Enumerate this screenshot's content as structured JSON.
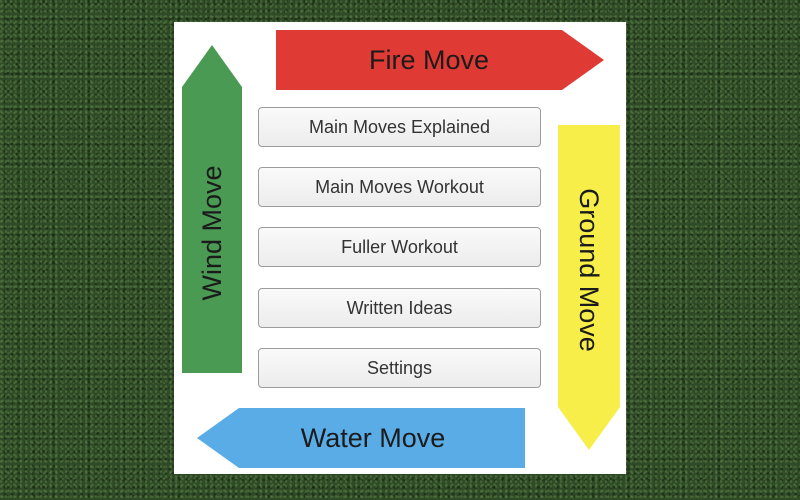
{
  "arrows": {
    "fire": {
      "label": "Fire Move",
      "color": "#e03a35",
      "direction": "right"
    },
    "water": {
      "label": "Water Move",
      "color": "#5aace6",
      "direction": "left"
    },
    "wind": {
      "label": "Wind Move",
      "color": "#4a9a54",
      "direction": "up"
    },
    "ground": {
      "label": "Ground Move",
      "color": "#f7ee4a",
      "direction": "down"
    }
  },
  "menu": [
    {
      "label": "Main Moves Explained"
    },
    {
      "label": "Main Moves Workout"
    },
    {
      "label": "Fuller Workout"
    },
    {
      "label": "Written Ideas"
    },
    {
      "label": "Settings"
    }
  ],
  "background": {
    "panel_color": "#ffffff",
    "texture": "green grass"
  }
}
